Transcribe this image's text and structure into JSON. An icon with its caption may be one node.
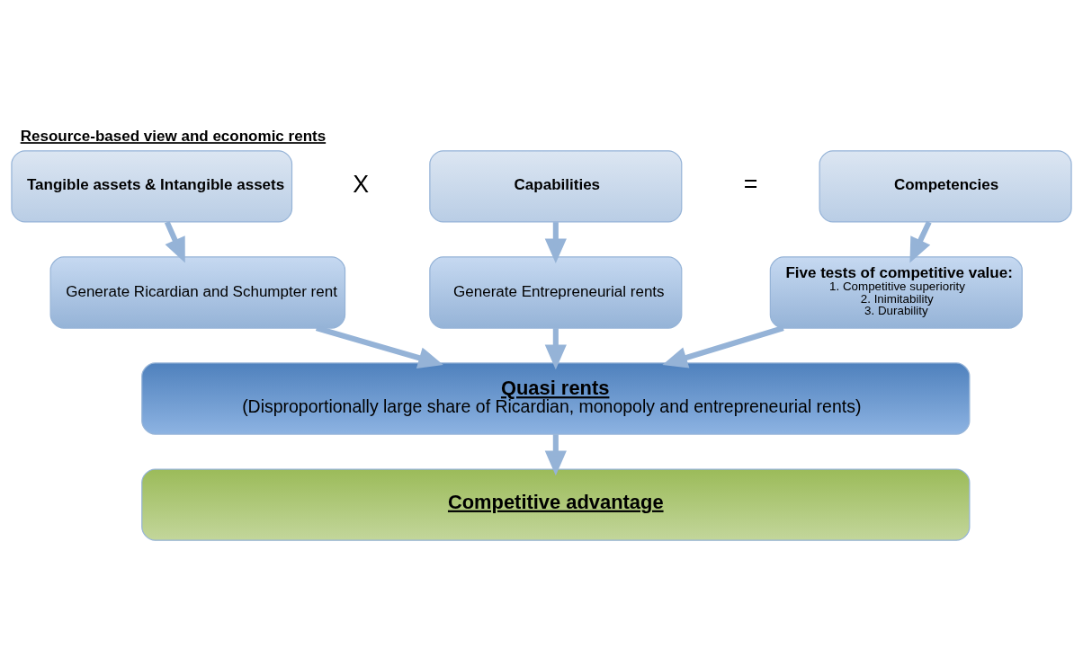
{
  "diagram": {
    "title": "Resource-based view and economic rents",
    "nodes": [
      {
        "text": [
          "Tangible assets & Intangible assets"
        ]
      },
      {
        "text": [
          "Capabilities"
        ]
      },
      {
        "text": [
          "Competencies"
        ]
      },
      {
        "text": [
          "Generate Ricardian and Schumpter rent"
        ]
      },
      {
        "text": [
          "Generate Entrepreneurial rents"
        ]
      },
      {
        "text": [
          "Five tests of competitive value:",
          "1. Competitive superiority",
          "2. Inimitability",
          "3. Durability"
        ]
      },
      {
        "text": [
          "Quasi rents",
          "(Disproportionally large share of Ricardian, monopoly and entrepreneurial rents)"
        ]
      },
      {
        "text": [
          "Competitive advantage"
        ]
      }
    ],
    "edges": [
      {
        "from": 0,
        "to": 3,
        "arrow": "to"
      },
      {
        "from": 1,
        "to": 4,
        "arrow": "to"
      },
      {
        "from": 2,
        "to": 5,
        "arrow": "to"
      },
      {
        "from": 3,
        "to": 6,
        "arrow": "to"
      },
      {
        "from": 4,
        "to": 6,
        "arrow": "to"
      },
      {
        "from": 5,
        "to": 6,
        "arrow": "to"
      },
      {
        "from": 6,
        "to": 7,
        "arrow": "to"
      }
    ],
    "labels": [
      "X",
      "="
    ]
  }
}
